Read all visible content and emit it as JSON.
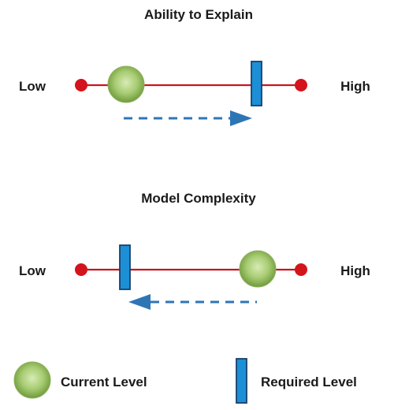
{
  "sections": [
    {
      "title": "Ability to Explain",
      "low_label": "Low",
      "high_label": "High"
    },
    {
      "title": "Model Complexity",
      "low_label": "Low",
      "high_label": "High"
    }
  ],
  "legend": {
    "current_label": "Current Level",
    "required_label": "Required Level"
  },
  "colors": {
    "scale_line": "#c9151e",
    "endpoint_dot": "#d4141c",
    "current_marker": "#7fae4a",
    "required_marker": "#1c8fd6",
    "arrow": "#2e75b6",
    "text": "#1a1a1a"
  }
}
